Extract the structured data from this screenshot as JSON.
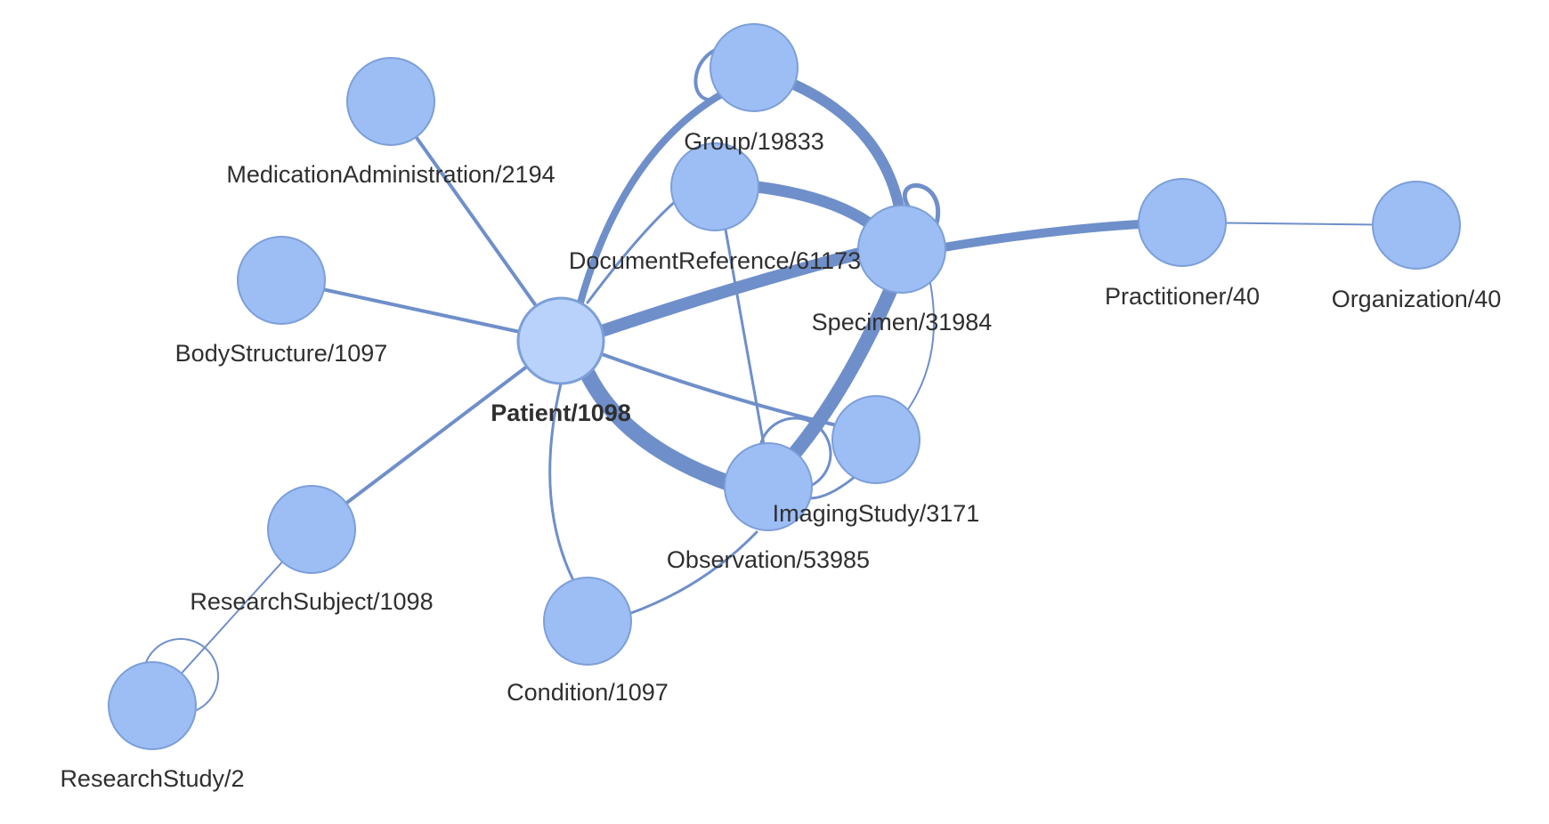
{
  "graph": {
    "focus_node": "patient",
    "nodes": [
      {
        "id": "patient",
        "label": "Patient/1098"
      },
      {
        "id": "medication_administration",
        "label": "MedicationAdministration/2194"
      },
      {
        "id": "body_structure",
        "label": "BodyStructure/1097"
      },
      {
        "id": "research_subject",
        "label": "ResearchSubject/1098"
      },
      {
        "id": "research_study",
        "label": "ResearchStudy/2"
      },
      {
        "id": "condition",
        "label": "Condition/1097"
      },
      {
        "id": "group",
        "label": "Group/19833"
      },
      {
        "id": "document_reference",
        "label": "DocumentReference/61173"
      },
      {
        "id": "specimen",
        "label": "Specimen/31984"
      },
      {
        "id": "observation",
        "label": "Observation/53985"
      },
      {
        "id": "imaging_study",
        "label": "ImagingStudy/3171"
      },
      {
        "id": "practitioner",
        "label": "Practitioner/40"
      },
      {
        "id": "organization",
        "label": "Organization/40"
      }
    ],
    "edges": [
      {
        "source": "medication_administration",
        "target": "patient"
      },
      {
        "source": "body_structure",
        "target": "patient"
      },
      {
        "source": "research_subject",
        "target": "patient"
      },
      {
        "source": "research_study",
        "target": "research_subject"
      },
      {
        "source": "research_study",
        "target": "research_study"
      },
      {
        "source": "condition",
        "target": "patient"
      },
      {
        "source": "condition",
        "target": "observation"
      },
      {
        "source": "group",
        "target": "patient"
      },
      {
        "source": "group",
        "target": "group"
      },
      {
        "source": "group",
        "target": "specimen"
      },
      {
        "source": "document_reference",
        "target": "patient"
      },
      {
        "source": "document_reference",
        "target": "specimen"
      },
      {
        "source": "document_reference",
        "target": "observation"
      },
      {
        "source": "specimen",
        "target": "patient"
      },
      {
        "source": "specimen",
        "target": "specimen"
      },
      {
        "source": "specimen",
        "target": "observation"
      },
      {
        "source": "specimen",
        "target": "imaging_study"
      },
      {
        "source": "specimen",
        "target": "practitioner"
      },
      {
        "source": "observation",
        "target": "patient"
      },
      {
        "source": "observation",
        "target": "observation"
      },
      {
        "source": "imaging_study",
        "target": "patient"
      },
      {
        "source": "imaging_study",
        "target": "observation"
      },
      {
        "source": "practitioner",
        "target": "organization"
      }
    ]
  }
}
